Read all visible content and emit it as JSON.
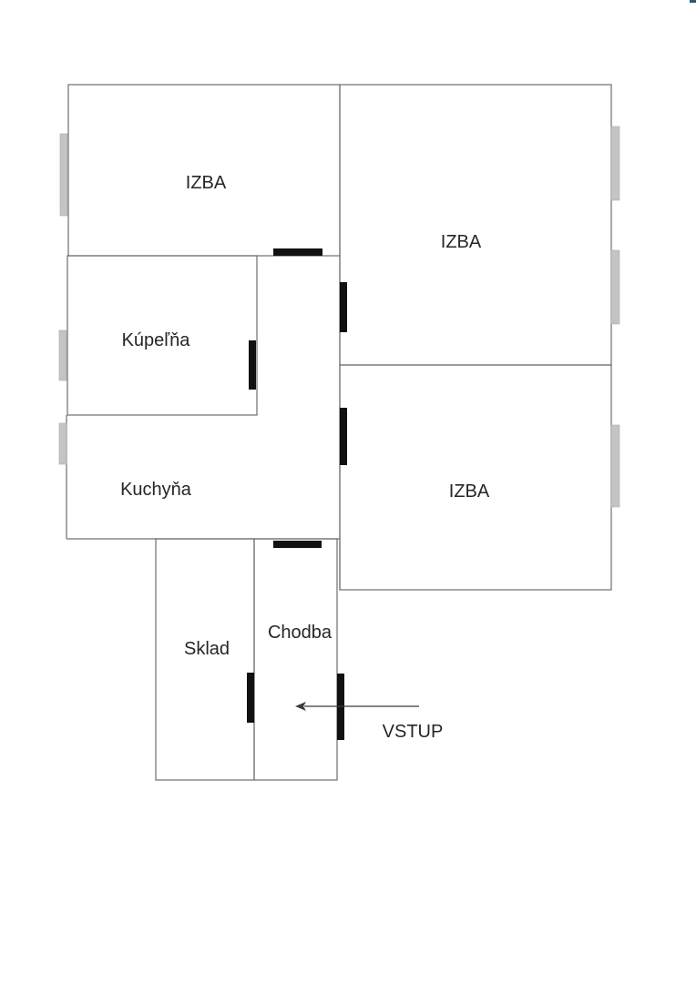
{
  "plan": {
    "rooms": [
      {
        "key": "izba_top_left",
        "label": "IZBA"
      },
      {
        "key": "izba_top_right",
        "label": "IZBA"
      },
      {
        "key": "kupelna",
        "label": "Kúpeľňa"
      },
      {
        "key": "kuchyna",
        "label": "Kuchyňa"
      },
      {
        "key": "izba_right",
        "label": "IZBA"
      },
      {
        "key": "sklad",
        "label": "Sklad"
      },
      {
        "key": "chodba",
        "label": "Chodba"
      }
    ],
    "entrance_label": "VSTUP",
    "colors": {
      "wall": "#6f6f6f",
      "window": "#c4c4c4",
      "door": "#111111",
      "text": "#262626"
    }
  }
}
